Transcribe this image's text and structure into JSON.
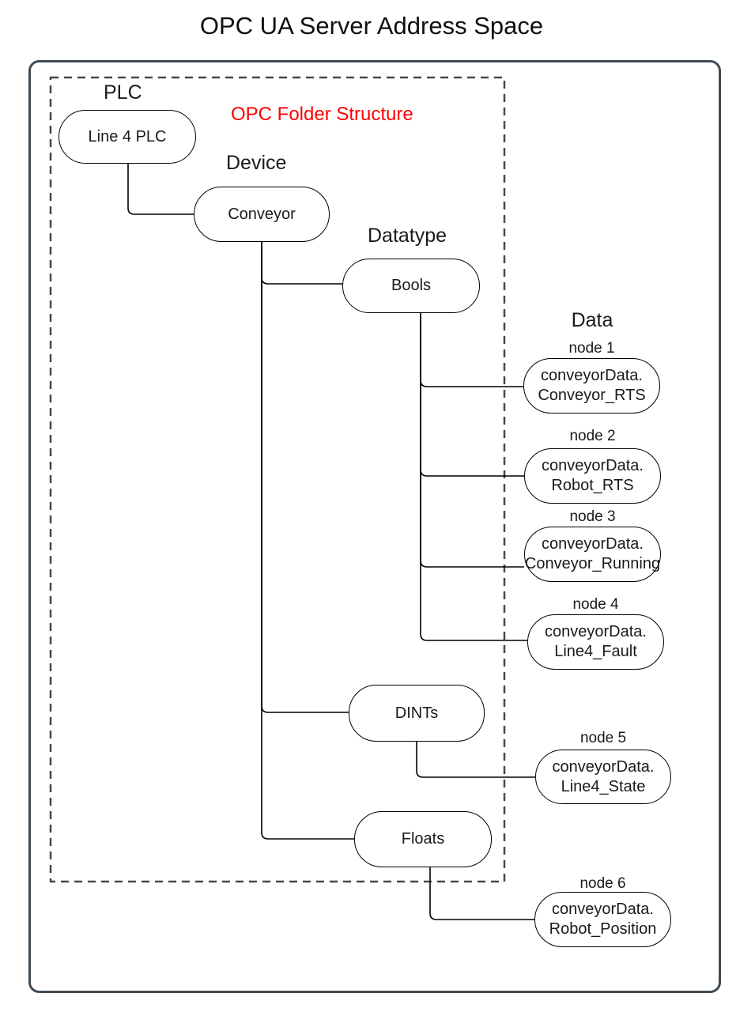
{
  "title": "OPC UA Server Address Space",
  "annotation": "OPC Folder Structure",
  "levels": {
    "plc": "PLC",
    "device": "Device",
    "datatype": "Datatype",
    "data": "Data"
  },
  "folders": {
    "plc_node": "Line 4 PLC",
    "device_node": "Conveyor",
    "bools": "Bools",
    "dints": "DINTs",
    "floats": "Floats"
  },
  "data_nodes": [
    {
      "label": "node 1",
      "line1": "conveyorData.",
      "line2": "Conveyor_RTS"
    },
    {
      "label": "node 2",
      "line1": "conveyorData.",
      "line2": "Robot_RTS"
    },
    {
      "label": "node 3",
      "line1": "conveyorData.",
      "line2": "Conveyor_Running"
    },
    {
      "label": "node 4",
      "line1": "conveyorData.",
      "line2": "Line4_Fault"
    },
    {
      "label": "node 5",
      "line1": "conveyorData.",
      "line2": "Line4_State"
    },
    {
      "label": "node 6",
      "line1": "conveyorData.",
      "line2": "Robot_Position"
    }
  ],
  "colors": {
    "annotation_red": "#ff0000",
    "frame_stroke": "#404a54",
    "shape_stroke": "#000000"
  }
}
